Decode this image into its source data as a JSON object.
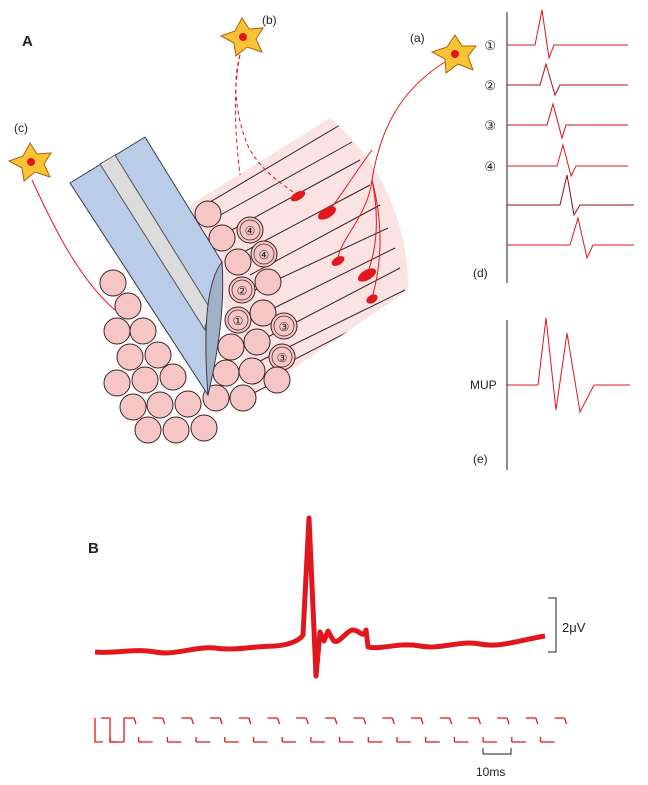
{
  "panel_a": {
    "label": "A",
    "neuron_labels": [
      "(a)",
      "(b)",
      "(c)"
    ],
    "fiber_numbers": [
      "④",
      "④",
      "②",
      "①",
      "③",
      "③"
    ],
    "trace_numbers": [
      "①",
      "②",
      "③",
      "④"
    ],
    "traces_label": "(d)",
    "mup_label": "MUP",
    "mup_panel_label": "(e)"
  },
  "panel_b": {
    "label": "B",
    "amplitude_scale": "2μV",
    "time_scale": "10ms"
  },
  "colors": {
    "muscle_fill": "#f6c6c6",
    "muscle_stroke": "#3a2222",
    "trace_red": "#e2171e",
    "needle_blue": "#b9cde8",
    "neuron_yellow": "#f8c436"
  }
}
